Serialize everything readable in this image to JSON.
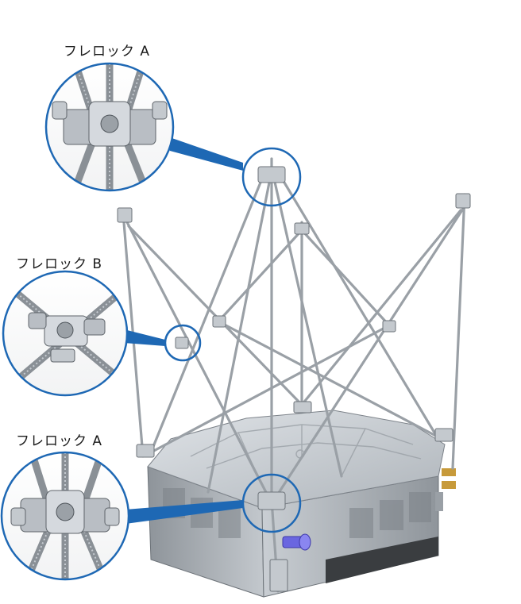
{
  "callouts": {
    "top": {
      "label": "フレロック A"
    },
    "middle": {
      "label": "フレロック B"
    },
    "bottom": {
      "label": "フレロック A"
    }
  },
  "colors": {
    "callout_ring": "#1e68b4",
    "steel": "#b9bec4",
    "steel_dark": "#7b8188",
    "rod": "#9aa0a6",
    "unit_top": "#c9ced3",
    "unit_side": "#a8adb2",
    "pipe_blue": "#5a5ad6"
  }
}
